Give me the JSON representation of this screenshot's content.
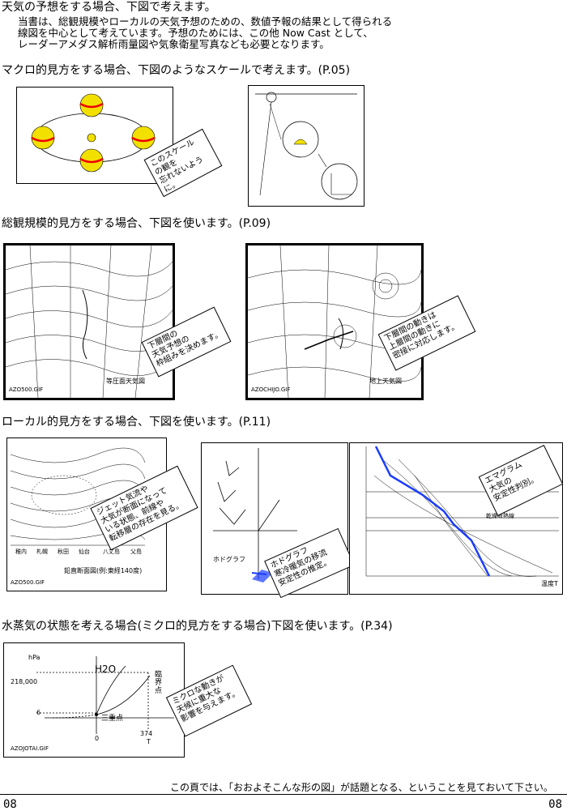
{
  "header": {
    "title": "天気の予想をする場合、下図で考えます。",
    "intro": [
      "当書は、総観規模やローカルの天気予想のための、数値予報の結果として得られる",
      "線図を中心として考えています。予想のためには、この他  Now Cast  として、",
      "レーダーアメダス解析雨量図や気象衛星写真なども必要となります。"
    ]
  },
  "sections": {
    "macro": {
      "heading": "マクロ的見方をする場合、下図のようなスケールで考えます。(P.05)",
      "note": "このスケール\nの観を\n忘れないように。"
    },
    "synoptic": {
      "heading": "総観規模的見方をする場合、下図を使います。(P.09)",
      "fig1_label": "等圧面天気図",
      "fig1_file": "AZO500.GIF",
      "fig2_label": "地上天気図",
      "fig2_file": "AZOCHIJO.GIF",
      "note1": "下層間の\n天気予想の\n枠組みを決めます。",
      "note2": "下層間の動きは\n上層間の動きに\n密接に対応します。"
    },
    "local": {
      "heading": "ローカル的見方をする場合、下図を使います。(P.11)",
      "fig1_label": "鉛直断面図(例:東経140度)",
      "fig1_file": "AZO500.GIF",
      "fig1_places": [
        "稚内",
        "札幌",
        "秋田",
        "仙台",
        "八丈島",
        "父島"
      ],
      "fig2_label": "ホドグラフ",
      "note1": "ジェット気流や\n大気が断面になって\nいる状態、前線や\n転移層の存在を見る。",
      "note2": "ホドグラフ\n寒冷暖気の移流\n安定性の推定。",
      "note3": "エマグラム\n大気の\n安定性判別。",
      "emagram_caption": "乾燥断熱線",
      "emagram_xlabel": "温度T"
    },
    "micro": {
      "heading": "水蒸気の状態を考える場合(ミクロ的見方をする場合)下図を使います。(P.34)",
      "ylabel": "hPa",
      "y_top": "218,000",
      "y_low": "6",
      "x_zero": "0",
      "x_right": "374",
      "x_label": "T",
      "species": "H2O",
      "triple_point": "三重点",
      "critical_point": "臨界点",
      "file": "AZOJOTAI.GIF",
      "note": "ミクロな動きが\n天候に重大な\n影響を与えます。"
    }
  },
  "footer": {
    "text": "この頁では、「おおよそこんな形の図」が話題となる、ということを見ておいて下さい。",
    "page_left": "08",
    "page_right": "08"
  }
}
